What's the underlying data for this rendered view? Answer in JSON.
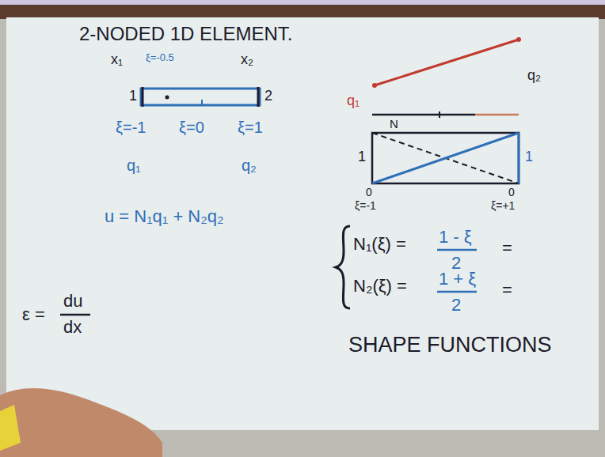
{
  "diagram": {
    "title": "2-NODED 1D ELEMENT.",
    "labels": [
      "x₁",
      "ξ=-0.5",
      "x₂",
      "1",
      "2",
      "ξ=-1",
      "ξ=0",
      "ξ=1",
      "q₁",
      "q₂",
      "u = N₁q₁ + N₂q₂",
      "ε =",
      "du",
      "dx",
      "q₁",
      "q₂",
      "N",
      "1",
      "1",
      "0",
      "0",
      "ξ=-1",
      "ξ=+1",
      "N₁(ξ) =",
      "1 - ξ",
      "2",
      "=",
      "N₂(ξ) =",
      "1 + ξ",
      "2",
      "=",
      "SHAPE FUNCTIONS"
    ]
  }
}
